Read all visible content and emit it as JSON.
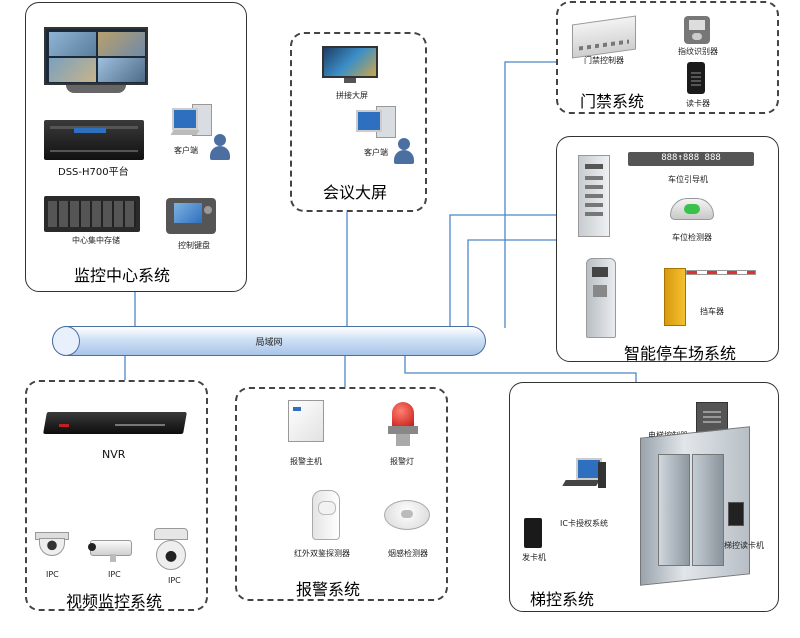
{
  "network": {
    "label": "局域网"
  },
  "monitor_center": {
    "title": "监控中心系统",
    "video_wall_label": "",
    "dss_label": "DSS-H700平台",
    "client_label": "客户端",
    "storage_label": "中心集中存储",
    "keyboard_label": "控制键盘"
  },
  "meeting_screen": {
    "title": "会议大屏",
    "screen_label": "拼接大屏",
    "client_label": "客户端"
  },
  "access_control": {
    "title": "门禁系统",
    "controller_label": "门禁控制器",
    "fingerprint_label": "指纹识别器",
    "card_reader_label": "读卡器"
  },
  "parking": {
    "title": "智能停车场系统",
    "guide_label": "车位引导机",
    "guide_display": "888↑888 888",
    "detector_label": "车位检测器",
    "barrier_label": "挡车器"
  },
  "video_surveillance": {
    "title": "视频监控系统",
    "nvr_label": "NVR",
    "ipc_labels": [
      "IPC",
      "IPC",
      "IPC"
    ]
  },
  "alarm": {
    "title": "报警系统",
    "host_label": "报警主机",
    "lamp_label": "报警灯",
    "infrared_label": "红外双鉴探测器",
    "smoke_label": "烟感检测器"
  },
  "elevator": {
    "title": "梯控系统",
    "controller_label": "电梯控制器",
    "ic_label": "IC卡授权系统",
    "issuer_label": "发卡机",
    "reader_label": "梯控读卡机"
  }
}
